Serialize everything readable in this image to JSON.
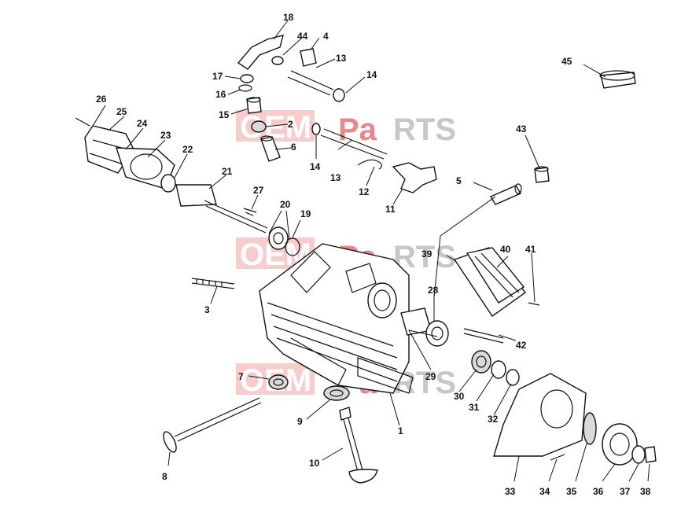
{
  "diagram": {
    "labels": [
      "1",
      "2",
      "3",
      "4",
      "5",
      "6",
      "7",
      "8",
      "9",
      "10",
      "11",
      "12",
      "13",
      "13",
      "14",
      "14",
      "15",
      "16",
      "17",
      "18",
      "19",
      "20",
      "21",
      "22",
      "23",
      "24",
      "25",
      "26",
      "27",
      "28",
      "29",
      "30",
      "31",
      "32",
      "33",
      "34",
      "35",
      "36",
      "37",
      "38",
      "39",
      "40",
      "41",
      "42",
      "43",
      "44",
      "45"
    ]
  },
  "watermark": {
    "brand_left": "OEM",
    "brand_mid": "Pa",
    "brand_right": "RTS"
  },
  "colors": {
    "ink": "#111111",
    "watermark_red": "#e06060",
    "watermark_box": "#f0a3a3",
    "watermark_grey": "#9a9a9a"
  }
}
